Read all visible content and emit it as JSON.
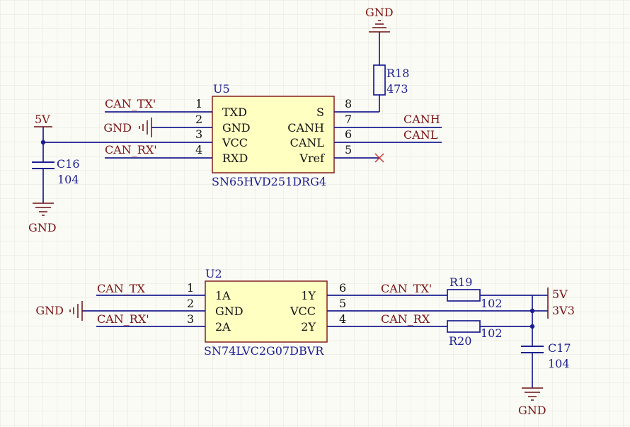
{
  "grid_color": "#e4e4dc",
  "u5": {
    "designator": "U5",
    "part": "SN65HVD251DRG4",
    "pins_left": [
      {
        "num": "1",
        "name": "TXD"
      },
      {
        "num": "2",
        "name": "GND"
      },
      {
        "num": "3",
        "name": "VCC"
      },
      {
        "num": "4",
        "name": "RXD"
      }
    ],
    "pins_right": [
      {
        "num": "8",
        "name": "S"
      },
      {
        "num": "7",
        "name": "CANH"
      },
      {
        "num": "6",
        "name": "CANL"
      },
      {
        "num": "5",
        "name": "Vref"
      }
    ]
  },
  "u2": {
    "designator": "U2",
    "part": "SN74LVC2G07DBVR",
    "pins_left": [
      {
        "num": "1",
        "name": "1A"
      },
      {
        "num": "2",
        "name": "GND"
      },
      {
        "num": "3",
        "name": "2A"
      }
    ],
    "pins_right": [
      {
        "num": "6",
        "name": "1Y"
      },
      {
        "num": "5",
        "name": "VCC"
      },
      {
        "num": "4",
        "name": "2Y"
      }
    ]
  },
  "r18": {
    "designator": "R18",
    "value": "473"
  },
  "r19": {
    "designator": "R19",
    "value": "102"
  },
  "r20": {
    "designator": "R20",
    "value": "102"
  },
  "c16": {
    "designator": "C16",
    "value": "104"
  },
  "c17": {
    "designator": "C17",
    "value": "104"
  },
  "nets": {
    "u5_can_tx": "CAN_TX'",
    "u5_gnd": "GND",
    "u5_vcc": "5V",
    "u5_can_rx": "CAN_RX'",
    "c16_gnd": "GND",
    "r18_gnd": "GND",
    "canh": "CANH",
    "canl": "CANL",
    "u2_can_tx": "CAN_TX",
    "u2_gnd": "GND",
    "u2_can_rx": "CAN_RX'",
    "u2_out_tx": "CAN_TX'",
    "u2_out_rx": "CAN_RX",
    "jumper_5v": "5V",
    "jumper_3v3": "3V3",
    "c17_gnd": "GND"
  }
}
